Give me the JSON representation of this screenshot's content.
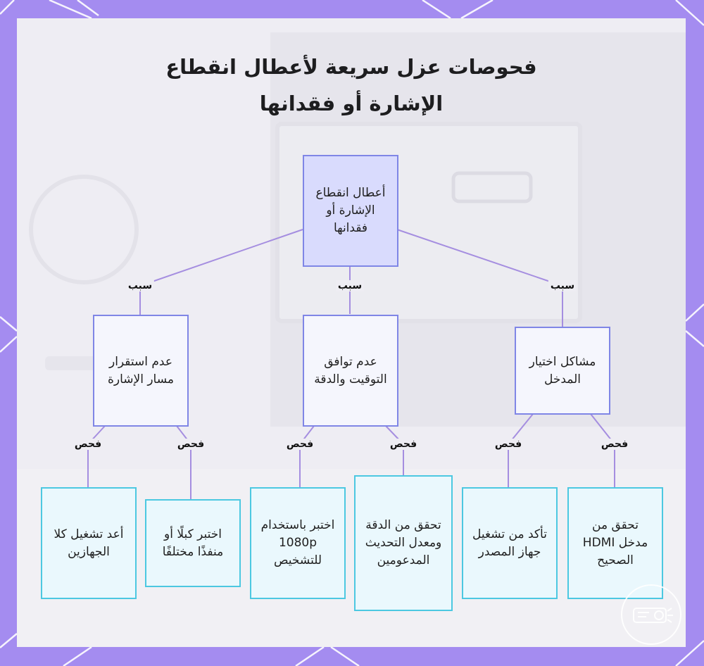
{
  "title": {
    "line1": "فحوصات عزل سريعة لأعطال انقطاع",
    "line2": "الإشارة أو فقدانها"
  },
  "root": {
    "label": "أعطال انقطاع الإشارة أو فقدانها"
  },
  "edge_labels": {
    "cause": "سبب",
    "check": "فحص"
  },
  "causes": [
    {
      "label": "مشاكل اختيار المدخل",
      "checks": [
        {
          "label": "تحقق من مدخل HDMI الصحيح"
        },
        {
          "label": "تأكد من تشغيل جهاز المصدر"
        }
      ]
    },
    {
      "label": "عدم توافق التوقيت والدقة",
      "checks": [
        {
          "label": "تحقق من الدقة ومعدل التحديث المدعومين"
        },
        {
          "label": "اختبر باستخدام 1080p للتشخيص"
        }
      ]
    },
    {
      "label": "عدم استقرار مسار الإشارة",
      "checks": [
        {
          "label": "اختبر كبلًا أو منفذًا مختلفًا"
        },
        {
          "label": "أعد تشغيل كلا الجهازين"
        }
      ]
    }
  ],
  "colors": {
    "frame": "#a48cf0",
    "root_fill": "#d9dbfd",
    "cause_fill": "#f5f6fd",
    "box_border": "#7f86e6",
    "check_fill": "#eaf8fd",
    "check_border": "#4cc8e1",
    "connector": "#a58ee0"
  },
  "icons": {
    "watermark": "projector-logo-icon"
  }
}
